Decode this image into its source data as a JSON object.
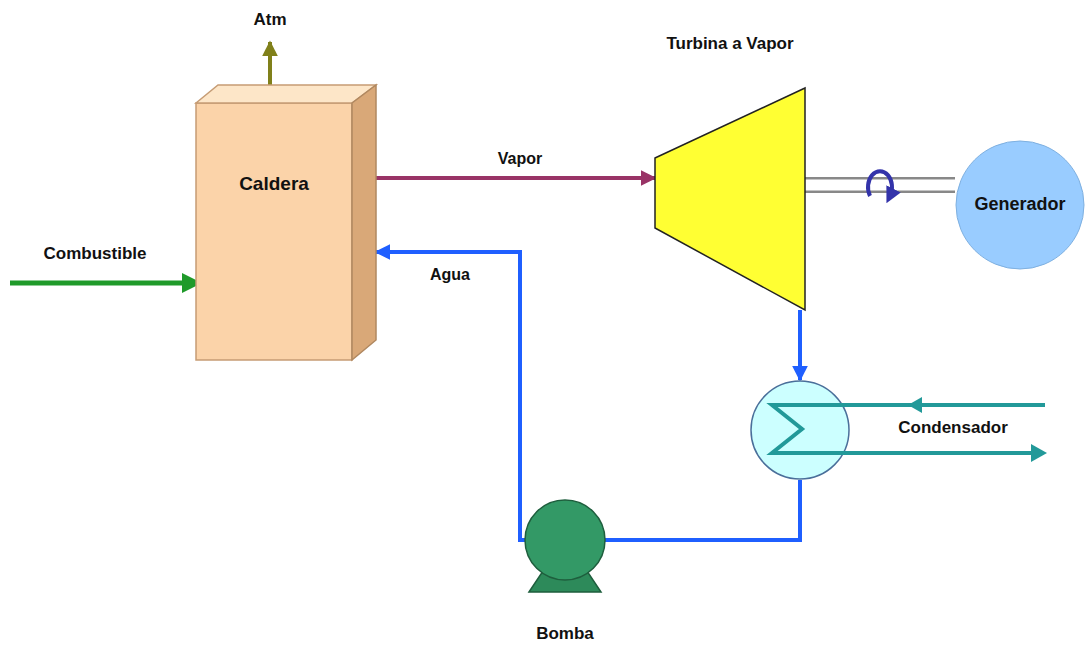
{
  "diagram": {
    "nodes": [
      {
        "text": [
          "Caldera"
        ]
      },
      {
        "text": [
          "Turbina a Vapor"
        ]
      },
      {
        "text": [
          "Generador"
        ]
      },
      {
        "text": [
          "Condensador"
        ]
      },
      {
        "text": [
          "Bomba"
        ]
      }
    ],
    "edges": [
      {
        "from": 0,
        "to": 1,
        "label": "Vapor",
        "arrow": "to"
      },
      {
        "from": 1,
        "to": 2,
        "arrow": "none"
      },
      {
        "from": 1,
        "to": 3,
        "arrow": "to"
      },
      {
        "from": 3,
        "to": 4,
        "arrow": "none"
      },
      {
        "from": 4,
        "to": 0,
        "label": "Agua",
        "arrow": "to"
      }
    ],
    "labels": [
      "Atm",
      "Combustible"
    ]
  }
}
